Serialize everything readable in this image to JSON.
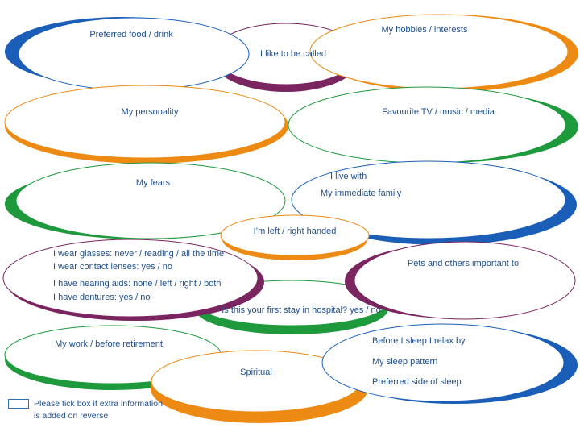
{
  "colors": {
    "blue": "#1a5eb8",
    "orange": "#ec8a13",
    "green": "#1e9a3c",
    "purple": "#7b2560",
    "text": "#1f4e8c"
  },
  "sections": {
    "preferred_food": "Preferred food / drink",
    "like_to_be_called": "I like to be called",
    "hobbies": "My hobbies / interests",
    "personality": "My personality",
    "favourite_media": "Favourite TV / music / media",
    "fears": "My fears",
    "live_with": "I live with",
    "immediate_family": "My immediate family",
    "handed": "I’m left / right handed",
    "glasses": "I wear glasses: never / reading / all the time",
    "contact_lenses": "I wear contact lenses: yes / no",
    "hearing_aids": "I have hearing aids: none / left / right / both",
    "dentures": "I have dentures: yes / no",
    "pets_others": "Pets and others important to",
    "first_stay": "Is this your first stay in hospital? yes / no",
    "work": "My work / before retirement",
    "spiritual": "Spiritual",
    "relax_before_sleep": "Before I sleep I relax by",
    "sleep_pattern": "My sleep pattern",
    "sleep_side": "Preferred side of sleep"
  },
  "footnote": "Please tick box if extra information is added on reverse"
}
